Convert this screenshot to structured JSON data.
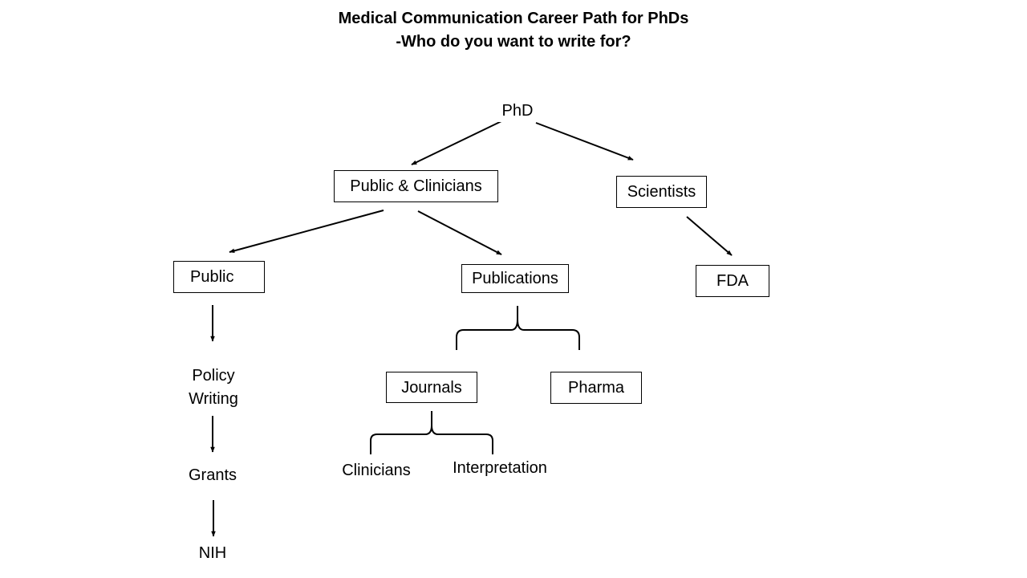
{
  "title": {
    "line1": "Medical Communication Career Path for PhDs",
    "line2": "-Who do you want to write for?"
  },
  "nodes": {
    "phd": "PhD",
    "public_clinicians": "Public & Clinicians",
    "scientists": "Scientists",
    "public": "Public",
    "publications": "Publications",
    "fda": "FDA",
    "policy_writing": "Policy\nWriting",
    "grants": "Grants",
    "nih": "NIH",
    "journals": "Journals",
    "pharma": "Pharma",
    "clinicians": "Clinicians",
    "interpretation": "Interpretation"
  },
  "edges": [
    [
      "phd",
      "public_clinicians"
    ],
    [
      "phd",
      "scientists"
    ],
    [
      "public_clinicians",
      "public"
    ],
    [
      "public_clinicians",
      "publications"
    ],
    [
      "scientists",
      "fda"
    ],
    [
      "public",
      "policy_writing"
    ],
    [
      "policy_writing",
      "grants"
    ],
    [
      "grants",
      "nih"
    ]
  ],
  "braces": [
    {
      "parent": "publications",
      "children": [
        "journals",
        "pharma"
      ]
    },
    {
      "parent": "journals",
      "children": [
        "clinicians",
        "interpretation"
      ]
    }
  ]
}
